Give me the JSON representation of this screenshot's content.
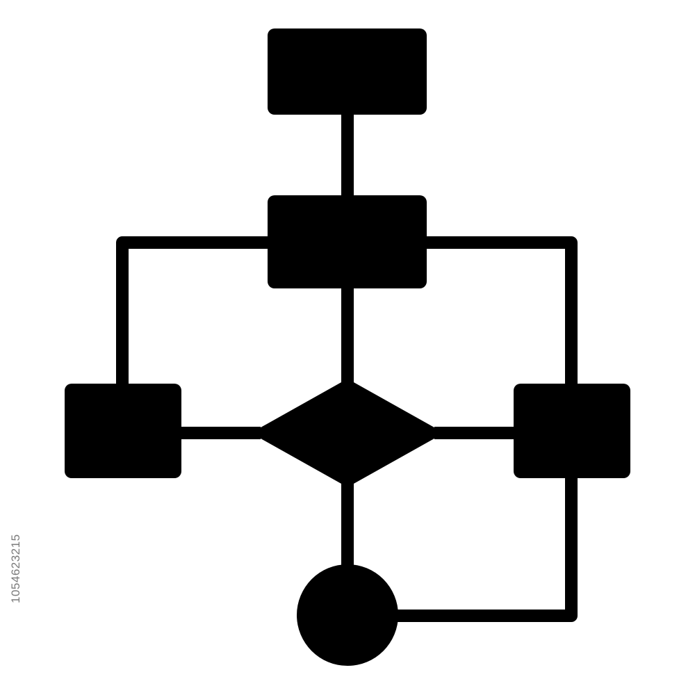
{
  "diagram": {
    "type": "flowchart-icon",
    "colors": {
      "background": "#ffffff",
      "shape_fill": "#000000",
      "connector": "#000000",
      "watermark_text": "#7a7a7a"
    },
    "nodes": [
      {
        "id": "top-process",
        "shape": "rounded-rectangle"
      },
      {
        "id": "middle-process",
        "shape": "rounded-rectangle"
      },
      {
        "id": "left-process",
        "shape": "rounded-rectangle"
      },
      {
        "id": "decision",
        "shape": "diamond"
      },
      {
        "id": "right-process",
        "shape": "rounded-rectangle"
      },
      {
        "id": "end-terminal",
        "shape": "circle"
      }
    ],
    "edges": [
      {
        "from": "top-process",
        "to": "middle-process"
      },
      {
        "from": "middle-process",
        "to": "left-process"
      },
      {
        "from": "middle-process",
        "to": "right-process"
      },
      {
        "from": "middle-process",
        "to": "decision"
      },
      {
        "from": "left-process",
        "to": "decision"
      },
      {
        "from": "decision",
        "to": "right-process"
      },
      {
        "from": "decision",
        "to": "end-terminal"
      },
      {
        "from": "right-process",
        "to": "end-terminal"
      }
    ]
  },
  "watermark": {
    "stock_id": "1054623215"
  }
}
